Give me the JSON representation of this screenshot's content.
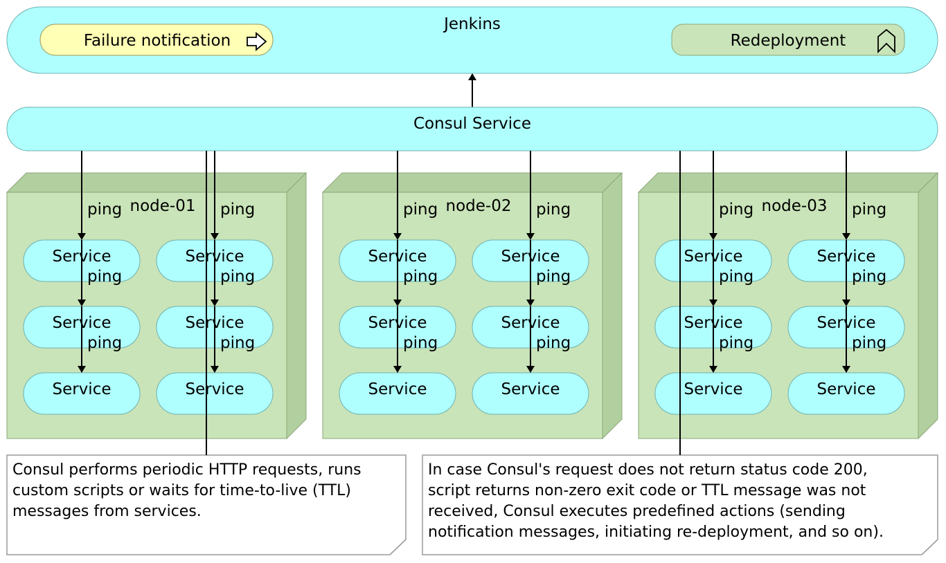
{
  "jenkins": {
    "title": "Jenkins",
    "failure_notification": "Failure notification",
    "redeployment": "Redeployment"
  },
  "consul": {
    "title": "Consul Service"
  },
  "ping_label": "ping",
  "service_label": "Service",
  "nodes": [
    {
      "name": "node-01"
    },
    {
      "name": "node-02"
    },
    {
      "name": "node-03"
    }
  ],
  "notes": {
    "left": [
      "Consul performs periodic HTTP requests, runs",
      "custom scripts or waits for time-to-live (TTL)",
      "messages from services."
    ],
    "right": [
      "In case Consul's request does not return status code 200,",
      "script returns non-zero exit code or TTL message was not",
      "received, Consul executes predefined actions (sending",
      "notification messages, initiating re-deployment, and so on)."
    ]
  },
  "colors": {
    "service_fill": "#b0ffff",
    "node_fill": "#c9e4b8",
    "node_side": "#b2cfa0",
    "event_fill": "#ffffb5",
    "process_fill": "#c9e4b8"
  }
}
